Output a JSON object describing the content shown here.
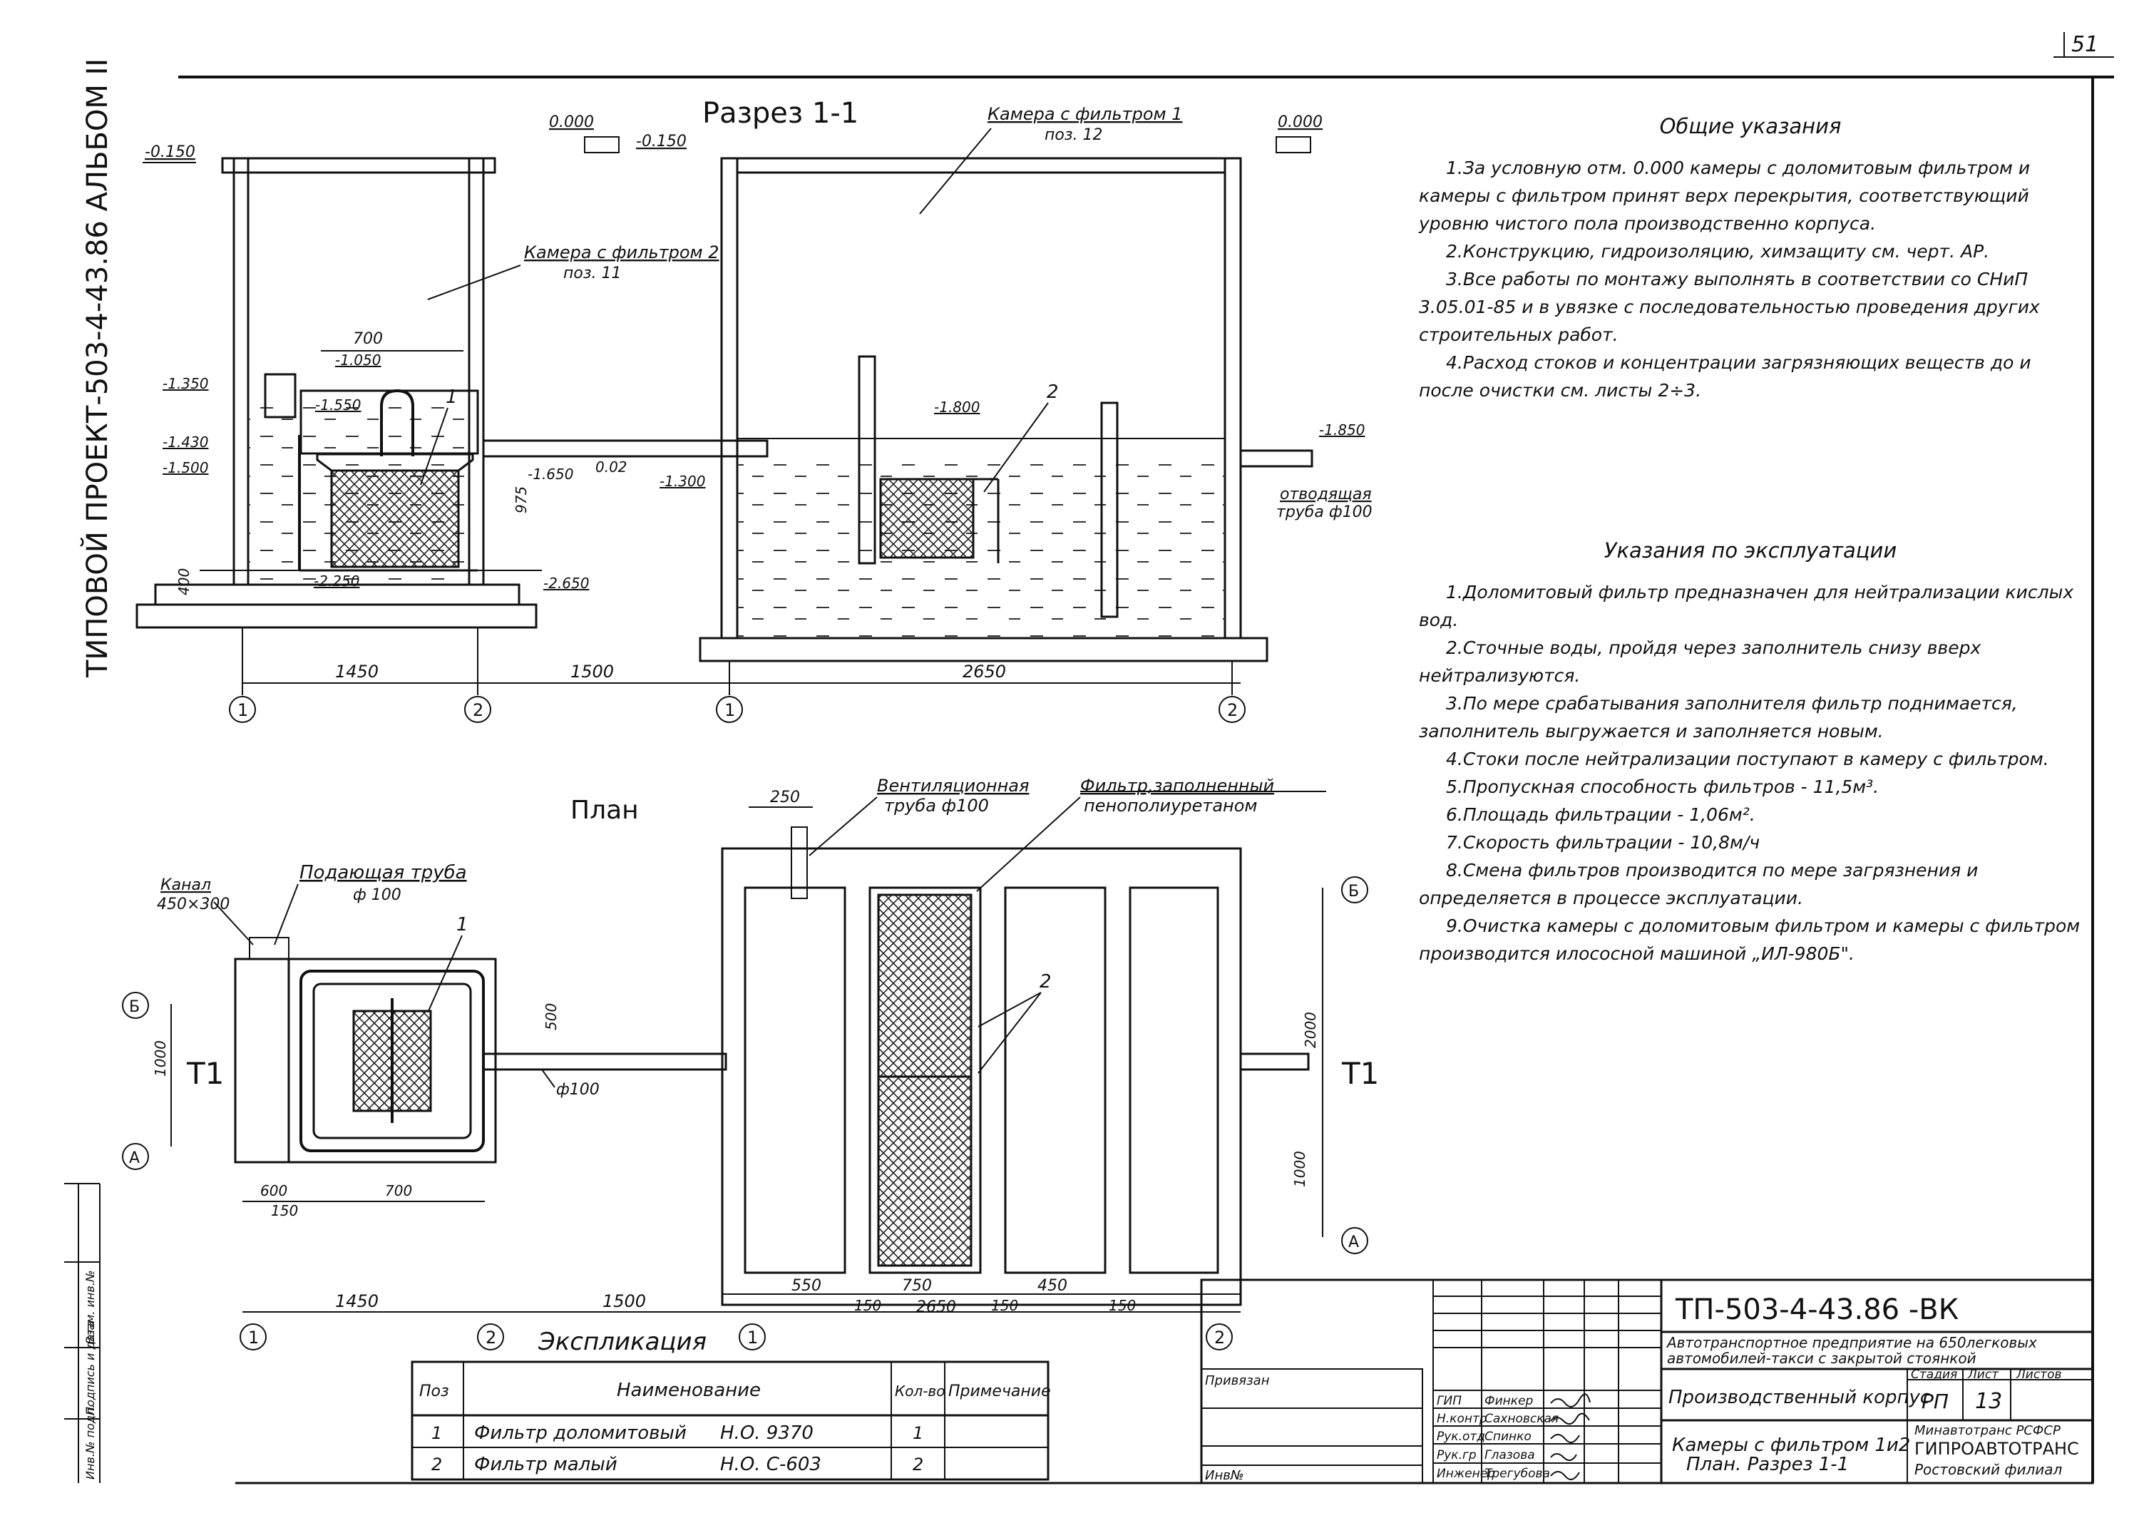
{
  "page_number": "51",
  "side_title": "ТИПОВОЙ ПРОЕКТ-503-4-43.86 АЛЬБОМ II",
  "section": {
    "title": "Разрез 1-1",
    "chamber2": {
      "label": "Камера с фильтром 2",
      "pos": "поз. 11"
    },
    "chamber1": {
      "label": "Камера с фильтром 1",
      "pos": "поз. 12"
    },
    "elev": {
      "e000a": "0.000",
      "e015a": "-0.150",
      "e015b": "-0.150",
      "e000b": "0.000",
      "e1350": "-1.350",
      "e1430": "-1.430",
      "e1500": "-1.500",
      "e1050": "-1.050",
      "e1550": "-1.550",
      "e1650": "-1.650",
      "e002": "0.02",
      "e1300": "-1.300",
      "e1800": "-1.800",
      "e1850": "-1.850",
      "e2250": "-2.250",
      "e2650": "-2.650"
    },
    "dims": {
      "d700": "700",
      "d975": "975",
      "d400": "400",
      "d1450": "1450",
      "d1500": "1500",
      "d2650": "2650"
    },
    "item1": "1",
    "item2": "2",
    "outlet": {
      "line1": "отводящая",
      "line2": "труба ф100"
    },
    "axes": {
      "a1": "1",
      "a2": "2",
      "b1": "1",
      "b2": "2"
    }
  },
  "plan": {
    "title": "План",
    "channel": {
      "line1": "Канал",
      "line2": "450×300"
    },
    "supply": {
      "line1": "Подающая труба",
      "line2": "ф 100"
    },
    "vent": {
      "line1": "Вентиляционная",
      "line2": "труба ф100"
    },
    "filter": {
      "line1": "Фильтр,заполненный",
      "line2": "пенополиуретаном"
    },
    "pipe": "ф100",
    "item1": "1",
    "item2": "2",
    "dims": {
      "d250": "250",
      "d500": "500",
      "d1000a": "1000",
      "d600": "600",
      "d150a": "150",
      "d700": "700",
      "d1450": "1450",
      "d1500": "1500",
      "d2000": "2000",
      "d1000b": "1000",
      "d550": "550",
      "d750": "750",
      "d450": "450",
      "d150b": "150",
      "d150c": "150",
      "d2650": "2650",
      "d150d": "150"
    },
    "axes": {
      "bA": "Б",
      "aA": "А",
      "bB": "Б",
      "aB": "А",
      "n1a": "1",
      "n2a": "2",
      "n1b": "1",
      "n2b": "2"
    },
    "t1a": "Т1",
    "t1b": "Т1"
  },
  "general_notes": {
    "title": "Общие указания",
    "items": [
      "1.За условную отм. 0.000 камеры с доломитовым фильтром и камеры с фильтром принят верх перекрытия, соответствующий уровню чистого пола производственно корпуса.",
      "2.Конструкцию, гидроизоляцию, химзащиту см. черт. АР.",
      "3.Все работы по монтажу выполнять в соответствии со СНиП 3.05.01-85 и в увязке с последовательностью проведения других строительных работ.",
      "4.Расход стоков и концентрации загрязняющих веществ до и после очистки см. листы 2÷3."
    ]
  },
  "operation_notes": {
    "title": "Указания по эксплуатации",
    "items": [
      "1.Доломитовый фильтр предназначен для нейтрализации кислых вод.",
      "2.Сточные воды, пройдя через заполнитель снизу вверх нейтрализуются.",
      "3.По мере срабатывания заполнителя фильтр поднимается, заполнитель выгружается и заполняется новым.",
      "4.Стоки после нейтрализации поступают в камеру с фильтром.",
      "5.Пропускная способность фильтров - 11,5м³.",
      "6.Площадь фильтрации - 1,06м².",
      "7.Скорость фильтрации - 10,8м/ч",
      "8.Смена фильтров производится по мере загрязнения и определяется в процессе эксплуатации.",
      "9.Очистка камеры с доломитовым фильтром и камеры с фильтром производится илососной машиной „ИЛ-980Б\"."
    ]
  },
  "explication": {
    "title": "Экспликация",
    "headers": [
      "Поз",
      "Наименование",
      "Кол-во",
      "Примечание"
    ],
    "rows": [
      {
        "pos": "1",
        "name": "Фильтр доломитовый",
        "doc": "Н.О. 9370",
        "qty": "1",
        "note": ""
      },
      {
        "pos": "2",
        "name": "Фильтр малый",
        "doc": "Н.О. С-603",
        "qty": "2",
        "note": ""
      }
    ]
  },
  "left_stamp": [
    "Инв.№ подл.",
    "Подпись и дата",
    "Взам. инв.№"
  ],
  "title_block": {
    "code": "ТП-503-4-43.86 -ВК",
    "project": "Автотранспортное предприятие на 650легковых автомобилей-такси с закрытой стоянкой",
    "building": "Производственный корпус",
    "stage_h": "Стадия",
    "sheet_h": "Лист",
    "sheets_h": "Листов",
    "stage": "РП",
    "sheet": "13",
    "drawing_title_1": "Камеры с фильтром 1и2",
    "drawing_title_2": "План. Разрез 1-1",
    "org_1": "Минавтотранс РСФСР",
    "org_2": "ГИПРОАВТОТРАНС",
    "org_3": "Ростовский филиал",
    "privyazan": "Привязан",
    "inv": "Инв№",
    "roles": [
      "ГИП",
      "Н.контр",
      "Рук.отд",
      "Рук.гр",
      "Инженер"
    ],
    "names": [
      "Финкер",
      "Сахновская",
      "Спинко",
      "Глазова",
      "Трегубова"
    ]
  }
}
